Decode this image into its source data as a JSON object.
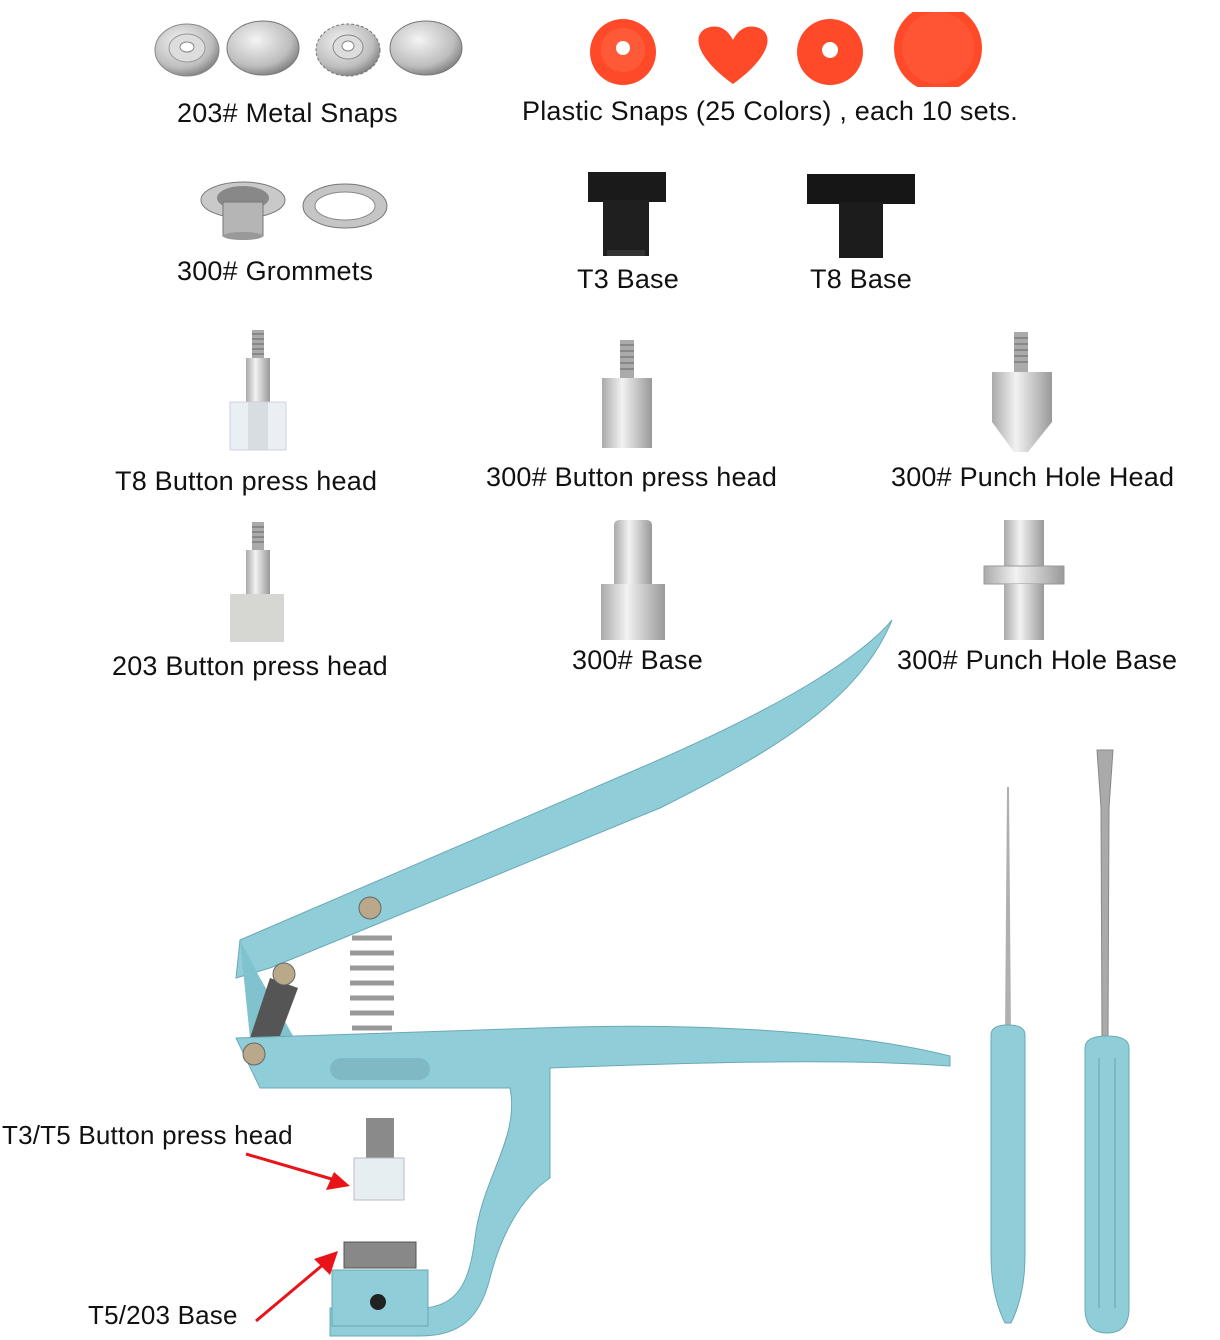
{
  "labels": {
    "metal_snaps": "203# Metal Snaps",
    "plastic_snaps": "Plastic Snaps (25 Colors) , each 10 sets.",
    "grommets": "300# Grommets",
    "t3_base": "T3 Base",
    "t8_base": "T8 Base",
    "t8_press_head": "T8 Button press head",
    "press_head_300": "300# Button press head",
    "punch_hole_head_300": "300# Punch Hole Head",
    "press_head_203": "203 Button press head",
    "base_300": "300# Base",
    "punch_hole_base_300": "300# Punch Hole Base",
    "t3t5_press_head": "T3/T5 Button press head",
    "t5_203_base": "T5/203 Base"
  },
  "colors": {
    "plier_teal": "#8fcdd8",
    "plastic_snap_red": "#ff4a2a",
    "metal": "#c8c8c8",
    "black_base": "#1a1a1a",
    "arrow_red": "#e8141a"
  }
}
